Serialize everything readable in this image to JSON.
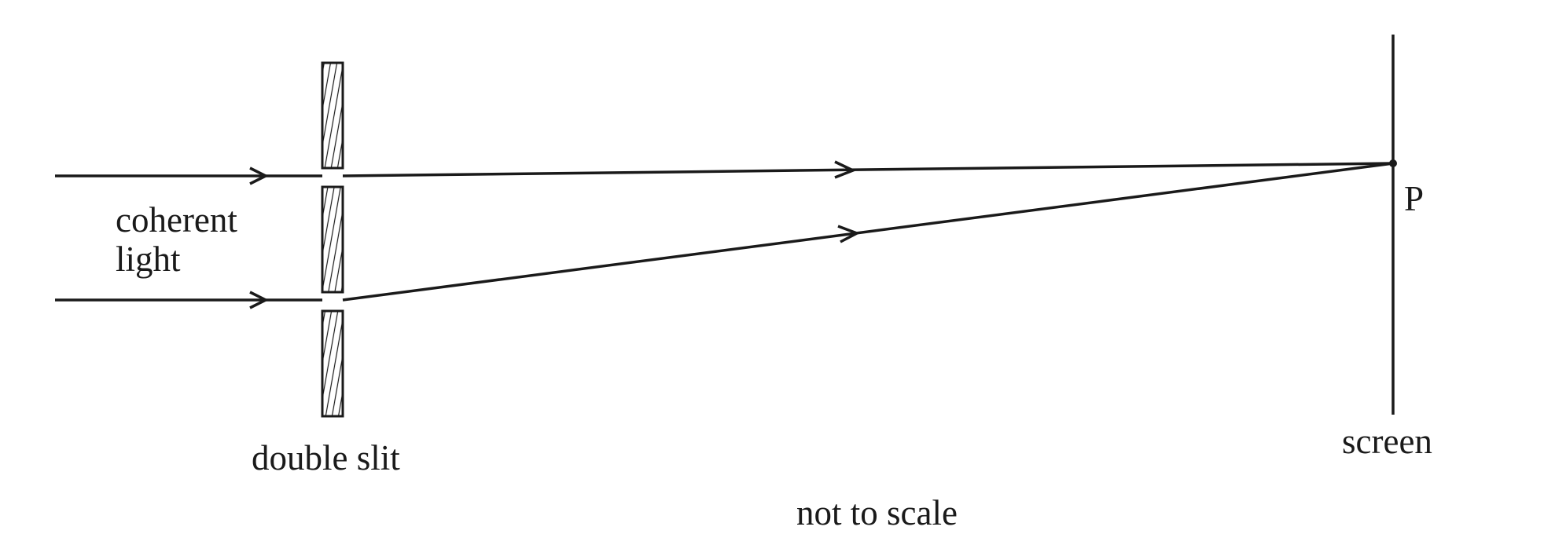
{
  "labels": {
    "coherent_light_line1": "coherent",
    "coherent_light_line2": "light",
    "double_slit": "double slit",
    "screen": "screen",
    "point_p": "P",
    "note": "not to scale"
  },
  "colors": {
    "stroke": "#1a1a1a",
    "background": "#ffffff"
  }
}
